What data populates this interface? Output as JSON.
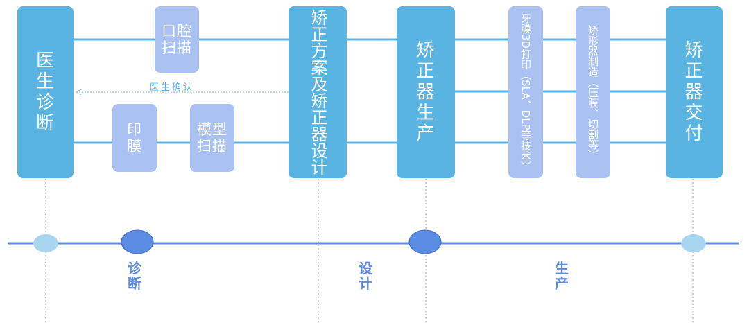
{
  "boxes": {
    "diagnosis": "医\n生\n诊\n断",
    "oral_scan": "口腔\n扫描",
    "impression": "印\n膜",
    "model_scan": "模型\n扫描",
    "design": "矫正方案及矫正器设计",
    "production": "矫\n正\n器\n生\n产",
    "print_3d": "牙膜3D打印（SLA、DLP等技术）",
    "manufacture": "矫形器制造（压膜、切割等）",
    "delivery": "矫\n正\n器\n交\n付"
  },
  "feedback_label": "医生确认",
  "phases": {
    "diagnosis": "诊\n断",
    "design": "设\n计",
    "production": "生\n产"
  },
  "colors": {
    "main_box": "#5AB4E2",
    "sub_box": "#A9C2F1",
    "timeline": "#5A8CE3",
    "node_dark": "#5A8CE3",
    "node_light": "#A8D6F0",
    "flow_line": "#5AB4E2"
  }
}
